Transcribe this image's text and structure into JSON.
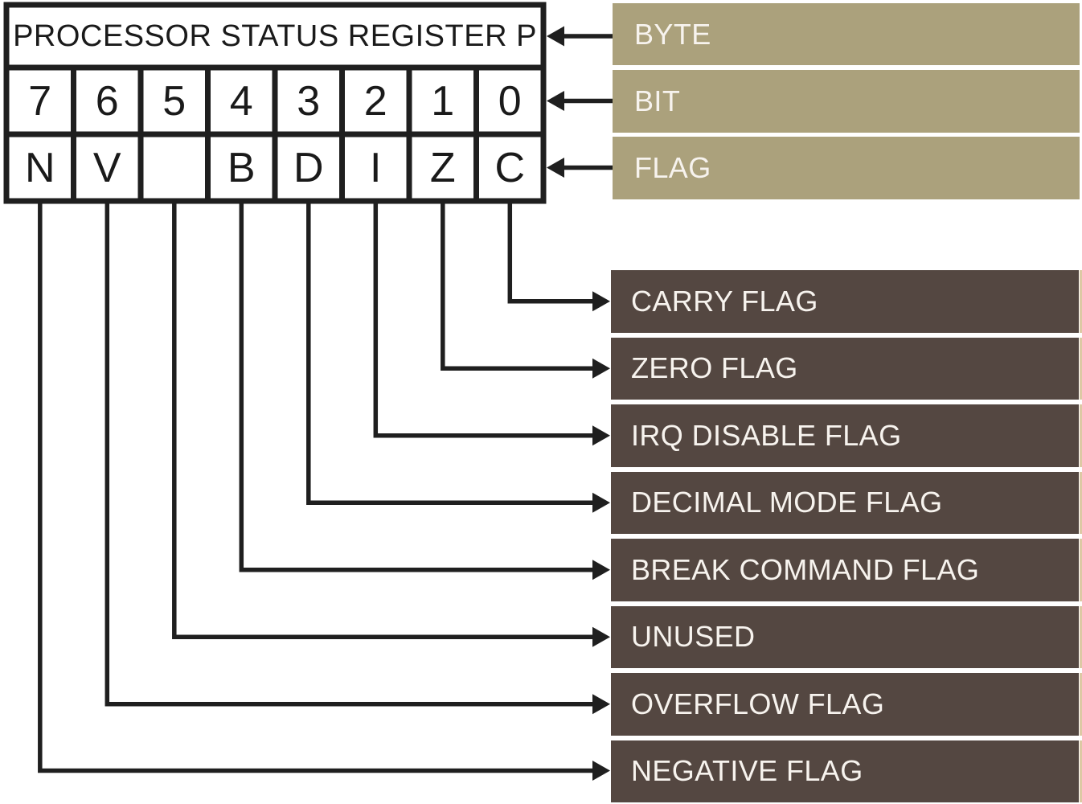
{
  "diagram": {
    "title": "PROCESSOR STATUS REGISTER P",
    "side_labels": [
      {
        "label": "BYTE"
      },
      {
        "label": "BIT"
      },
      {
        "label": "FLAG"
      }
    ],
    "bits": [
      {
        "bit": "7",
        "flag": "N"
      },
      {
        "bit": "6",
        "flag": "V"
      },
      {
        "bit": "5",
        "flag": ""
      },
      {
        "bit": "4",
        "flag": "B"
      },
      {
        "bit": "3",
        "flag": "D"
      },
      {
        "bit": "2",
        "flag": "I"
      },
      {
        "bit": "1",
        "flag": "Z"
      },
      {
        "bit": "0",
        "flag": "C"
      }
    ],
    "flag_boxes": [
      {
        "label": "CARRY FLAG",
        "bit": "0"
      },
      {
        "label": "ZERO FLAG",
        "bit": "1"
      },
      {
        "label": "IRQ DISABLE FLAG",
        "bit": "2"
      },
      {
        "label": "DECIMAL MODE FLAG",
        "bit": "3"
      },
      {
        "label": "BREAK COMMAND FLAG",
        "bit": "4"
      },
      {
        "label": "UNUSED",
        "bit": "5"
      },
      {
        "label": "OVERFLOW FLAG",
        "bit": "6"
      },
      {
        "label": "NEGATIVE FLAG",
        "bit": "7"
      }
    ],
    "colors": {
      "background": "#FFFFFF",
      "line": "#1F1F1F",
      "tan_box": "#ABA17C",
      "brown_box": "#544741",
      "box_text": "#F7F3EE",
      "cell_text": "#1A1A1A",
      "edge_strip": "#DCC9A4"
    }
  }
}
